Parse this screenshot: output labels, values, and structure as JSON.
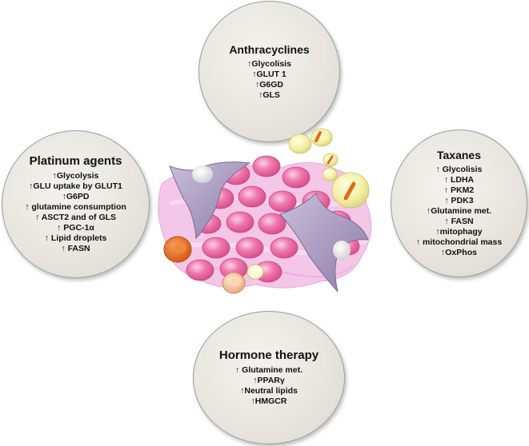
{
  "therapies": {
    "anthracyclines": {
      "title": "Anthracyclines",
      "effects": [
        "↑Glycolisis",
        "↑GLUT 1",
        "↑G6GD",
        "↑GLS"
      ]
    },
    "platinum": {
      "title": "Platinum agents",
      "effects": [
        "↑Glycolysis",
        "↑GLU uptake by GLUT1",
        "↑G6PD",
        "↑ glutamine consumption",
        "↑ ASCT2 and of GLS",
        "↑ PGC-1α",
        "↑ Lipid droplets",
        "↑ FASN"
      ]
    },
    "taxanes": {
      "title": "Taxanes",
      "effects": [
        "↑ Glycolisis",
        "↑ LDHA",
        "↑ PKM2",
        "↑ PDK3",
        "↑Glutamine met.",
        "↑ FASN",
        "↑mitophagy",
        "↑ mitochondrial mass",
        "↑OxPhos"
      ]
    },
    "hormone": {
      "title": "Hormone therapy",
      "effects": [
        "↑ Glutamine met.",
        "↑PPARγ",
        "↑Neutral lipids",
        "↑HMGCR"
      ]
    }
  },
  "colors": {
    "circle_fill": "#e8e6df",
    "tissue_pink": "#f4c6e8",
    "cell_pink": "#ee6fa6",
    "star_cell": "#b3a3c7",
    "adipocyte": "#f3f0a8",
    "adipocyte_lipid": "#e46a1a",
    "orange_cell": "#e5651a",
    "peach_cell": "#f6c49a"
  }
}
